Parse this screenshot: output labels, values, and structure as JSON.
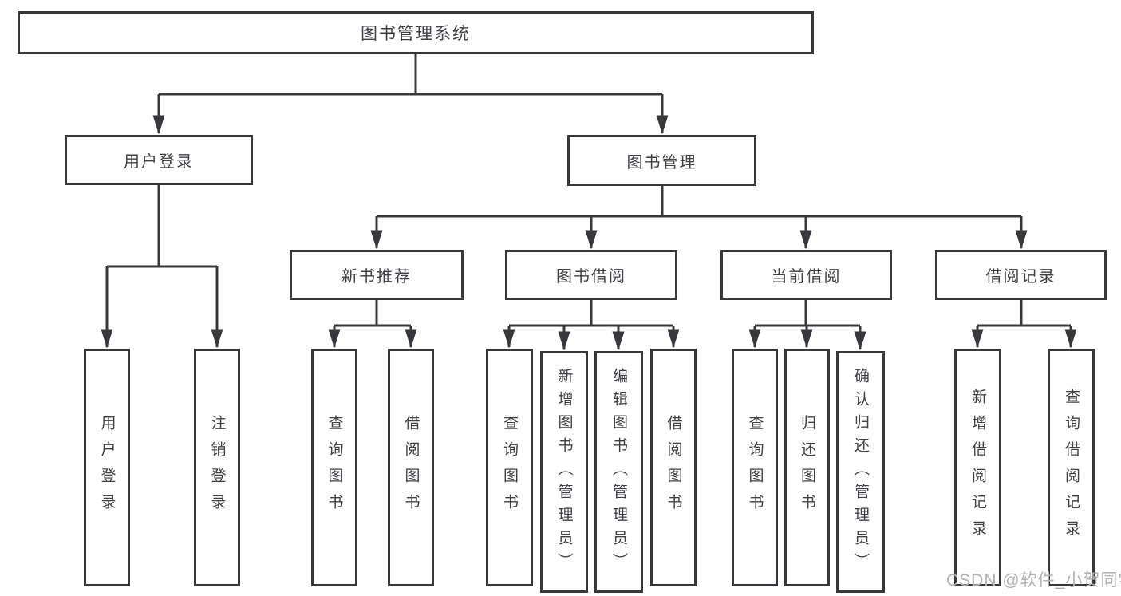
{
  "diagram": {
    "title": "图书管理系统",
    "level2": [
      {
        "label": "用户登录",
        "children": [
          "用户登录",
          "注销登录"
        ]
      },
      {
        "label": "图书管理",
        "modules": [
          {
            "label": "新书推荐",
            "children": [
              "查询图书",
              "借阅图书"
            ]
          },
          {
            "label": "图书借阅",
            "children": [
              "查询图书",
              "新增图书（管理员）",
              "编辑图书（管理员）",
              "借阅图书"
            ]
          },
          {
            "label": "当前借阅",
            "children": [
              "查询图书",
              "归还图书",
              "确认归还（管理员）"
            ]
          },
          {
            "label": "借阅记录",
            "children": [
              "新增借阅记录",
              "查询借阅记录"
            ]
          }
        ]
      }
    ]
  },
  "watermark": {
    "text": "CSDN @软件_小贺同学"
  },
  "colors": {
    "box_border": "#36383c",
    "connector_line": "#36383c",
    "text": "#3f4045",
    "watermark_text": "#b2b2b2",
    "background": "#ffffff"
  }
}
